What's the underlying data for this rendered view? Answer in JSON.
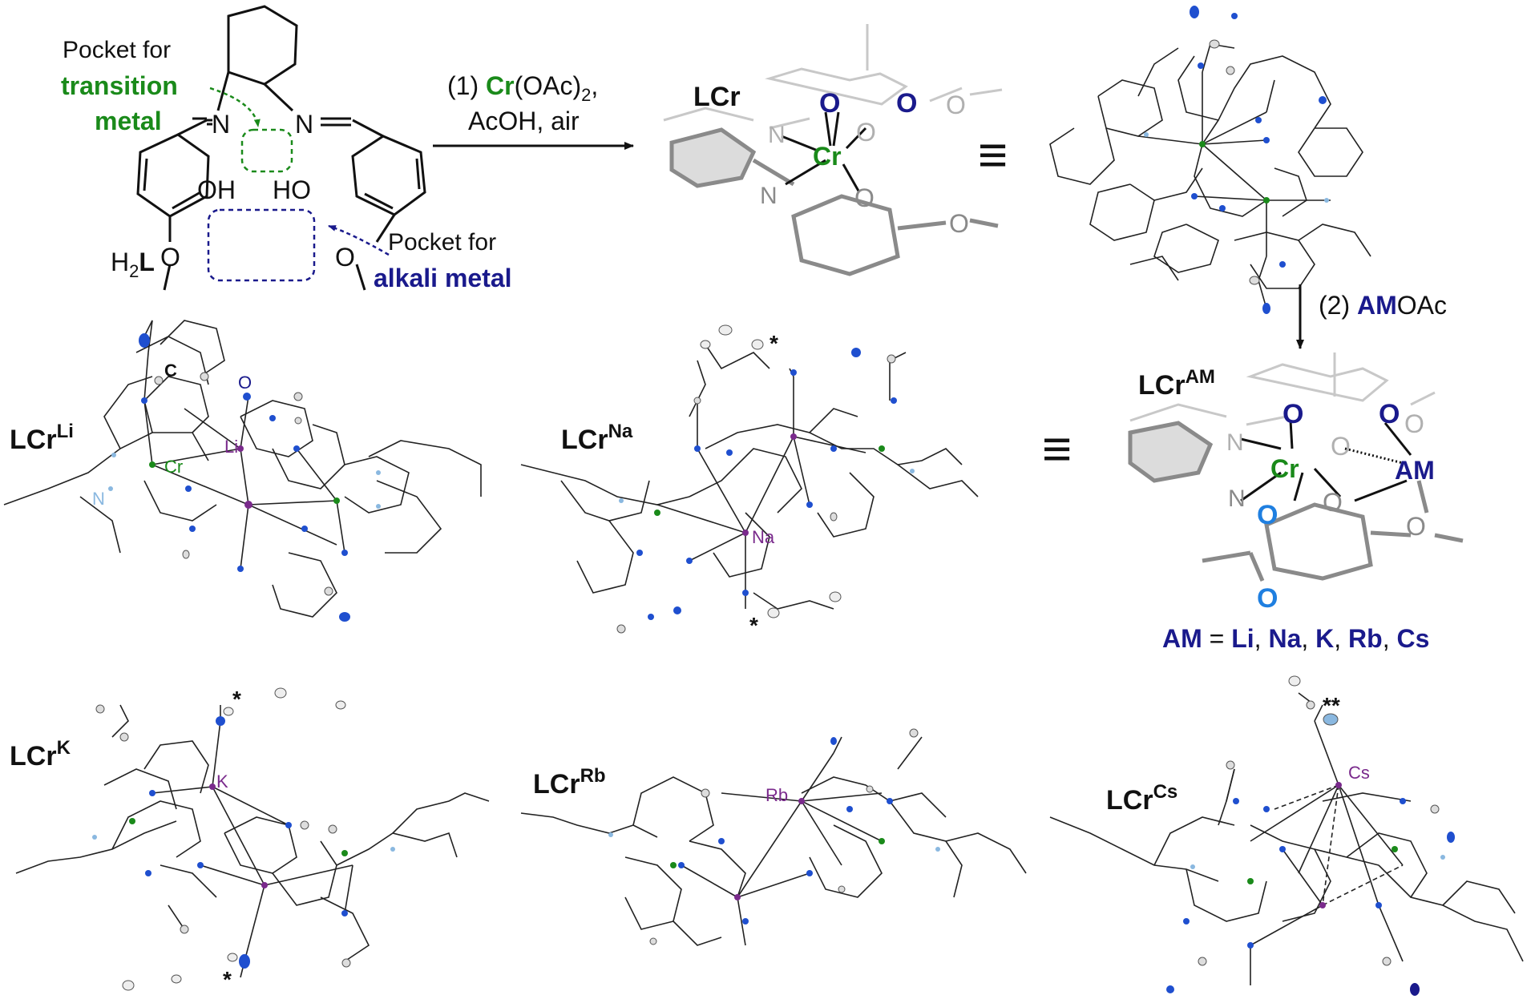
{
  "colors": {
    "green": "#1a8a1a",
    "navy": "#1a1a8c",
    "blue_atom": "#1f4fcf",
    "purple": "#7a2a8c",
    "bright_blue": "#1f7fe0",
    "light_blue": "#8ab8e0",
    "gray": "#9a9a9a",
    "black": "#111111"
  },
  "ligand": {
    "pocket_tm_line1": "Pocket for",
    "pocket_tm_line2": "transition",
    "pocket_tm_line3": "metal",
    "pocket_am_line1": "Pocket for",
    "pocket_am_line2": "alkali metal",
    "label_h2": "H",
    "label_2": "2",
    "label_L": "L",
    "oh": "OH",
    "ho": "HO",
    "n1": "N",
    "n2": "N",
    "eq1": "=",
    "o1": "O",
    "o2": "O"
  },
  "step1": {
    "part1": "(1) ",
    "cr": "Cr",
    "part2": "(OAc)",
    "sub": "2",
    "part3": ",",
    "line2": "AcOH, air"
  },
  "lcr": {
    "name": "LCr",
    "cr": "Cr",
    "o_top1": "O",
    "o_top2": "O",
    "o_gray": "O",
    "o_low": "O",
    "n_gray": "N",
    "n_low": "N",
    "ome_o1": "O",
    "ome_o2": "O"
  },
  "equiv": "≡",
  "step2": {
    "part1": "(2) ",
    "am": "AM",
    "part2": "OAc"
  },
  "lcram": {
    "name": "LCr",
    "sup": "AM",
    "cr": "Cr",
    "am": "AM",
    "o_top1": "O",
    "o_top2": "O",
    "o_cr_low": "O",
    "o_carbonyl": "O",
    "o_gray1": "O",
    "o_gray2": "O",
    "o_phen": "O",
    "o_ome": "O",
    "n_gray": "N",
    "n_low": "N",
    "am_list": {
      "am": "AM",
      "eq": " = ",
      "li": "Li",
      "na": "Na",
      "k": "K",
      "rb": "Rb",
      "cs": "Cs",
      "comma": ", "
    }
  },
  "structures": {
    "li": {
      "name": "LCr",
      "sup": "Li",
      "atom_c": "C",
      "atom_o": "O",
      "atom_cr": "Cr",
      "atom_li": "Li",
      "atom_n": "N"
    },
    "na": {
      "name": "LCr",
      "sup": "Na",
      "atom_na": "Na",
      "star1": "*",
      "star2": "*"
    },
    "k": {
      "name": "LCr",
      "sup": "K",
      "atom_k": "K",
      "star1": "*",
      "star2": "*"
    },
    "rb": {
      "name": "LCr",
      "sup": "Rb",
      "atom_rb": "Rb"
    },
    "cs": {
      "name": "LCr",
      "sup": "Cs",
      "atom_cs": "Cs",
      "stars": "**"
    }
  }
}
